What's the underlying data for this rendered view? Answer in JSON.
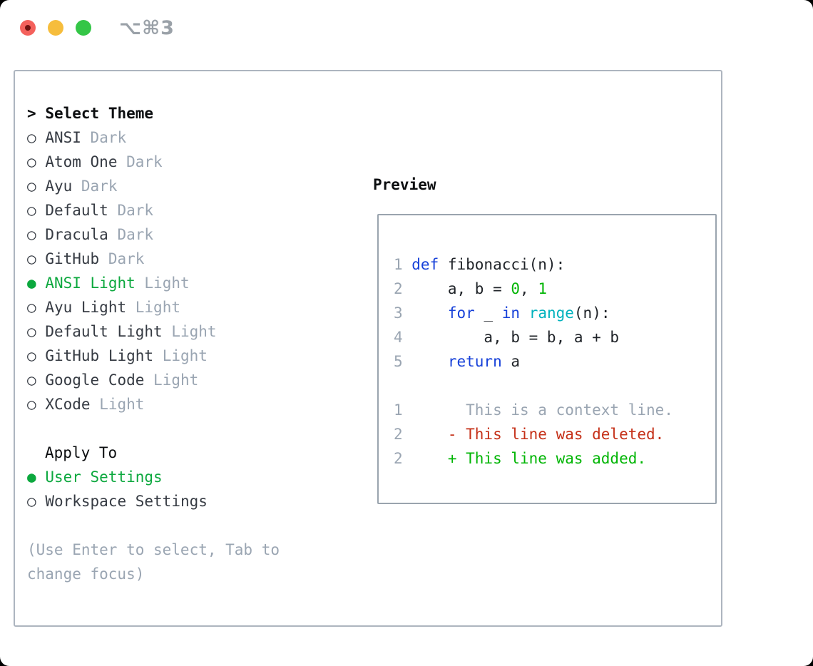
{
  "window": {
    "title": "⌥⌘3"
  },
  "colors": {
    "accent_green": "#0ca83e",
    "added_green": "#00b504",
    "deleted_red": "#c53018",
    "keyword_blue": "#1741d9",
    "builtin_cyan": "#00b2bd",
    "number_green": "#00b504",
    "muted_gray": "#9aa5b2",
    "item_text": "#363b43",
    "header_text": "#0c0e10",
    "code_plain": "#1f2328",
    "panel_border": "#adb5bf",
    "preview_border": "#9aa4ae",
    "title_gray": "#9aa1a8",
    "light_red": "#f4615c",
    "light_red_dot": "#701210",
    "light_yellow": "#f6bd3c",
    "light_green": "#34c647"
  },
  "markers": {
    "header_prefix": ">",
    "selected": "●",
    "unselected": "○"
  },
  "theme_list": {
    "header": "Select Theme",
    "items": [
      {
        "name": "ANSI",
        "tag": "Dark",
        "selected": false
      },
      {
        "name": "Atom One",
        "tag": "Dark",
        "selected": false
      },
      {
        "name": "Ayu",
        "tag": "Dark",
        "selected": false
      },
      {
        "name": "Default",
        "tag": "Dark",
        "selected": false
      },
      {
        "name": "Dracula",
        "tag": "Dark",
        "selected": false
      },
      {
        "name": "GitHub",
        "tag": "Dark",
        "selected": false
      },
      {
        "name": "ANSI Light",
        "tag": "Light",
        "selected": true
      },
      {
        "name": "Ayu Light",
        "tag": "Light",
        "selected": false
      },
      {
        "name": "Default Light",
        "tag": "Light",
        "selected": false
      },
      {
        "name": "GitHub Light",
        "tag": "Light",
        "selected": false
      },
      {
        "name": "Google Code",
        "tag": "Light",
        "selected": false
      },
      {
        "name": "XCode",
        "tag": "Light",
        "selected": false
      }
    ]
  },
  "apply_to": {
    "header": "Apply To",
    "options": [
      {
        "label": "User Settings",
        "selected": true
      },
      {
        "label": "Workspace Settings",
        "selected": false
      }
    ]
  },
  "hint": "(Use Enter to select, Tab to change focus)",
  "preview": {
    "label": "Preview",
    "code_lines": [
      {
        "num": "1",
        "segments": [
          {
            "text": "def ",
            "color": "keyword"
          },
          {
            "text": "fibonacci(n):",
            "color": "plain"
          }
        ]
      },
      {
        "num": "2",
        "segments": [
          {
            "text": "    a, b = ",
            "color": "plain"
          },
          {
            "text": "0",
            "color": "number"
          },
          {
            "text": ", ",
            "color": "plain"
          },
          {
            "text": "1",
            "color": "number"
          }
        ]
      },
      {
        "num": "3",
        "segments": [
          {
            "text": "    ",
            "color": "plain"
          },
          {
            "text": "for",
            "color": "keyword"
          },
          {
            "text": " _ ",
            "color": "plain"
          },
          {
            "text": "in",
            "color": "keyword"
          },
          {
            "text": " ",
            "color": "plain"
          },
          {
            "text": "range",
            "color": "builtin"
          },
          {
            "text": "(n):",
            "color": "plain"
          }
        ]
      },
      {
        "num": "4",
        "segments": [
          {
            "text": "        a, b = b, a + b",
            "color": "plain"
          }
        ]
      },
      {
        "num": "5",
        "segments": [
          {
            "text": "    ",
            "color": "plain"
          },
          {
            "text": "return",
            "color": "keyword"
          },
          {
            "text": " a",
            "color": "plain"
          }
        ]
      },
      {
        "num": "",
        "segments": []
      },
      {
        "num": "1",
        "segments": [
          {
            "text": "      This is a context line.",
            "color": "context"
          }
        ]
      },
      {
        "num": "2",
        "segments": [
          {
            "text": "    - This line was deleted.",
            "color": "deleted"
          }
        ]
      },
      {
        "num": "2",
        "segments": [
          {
            "text": "    + This line was added.",
            "color": "added"
          }
        ]
      }
    ]
  }
}
